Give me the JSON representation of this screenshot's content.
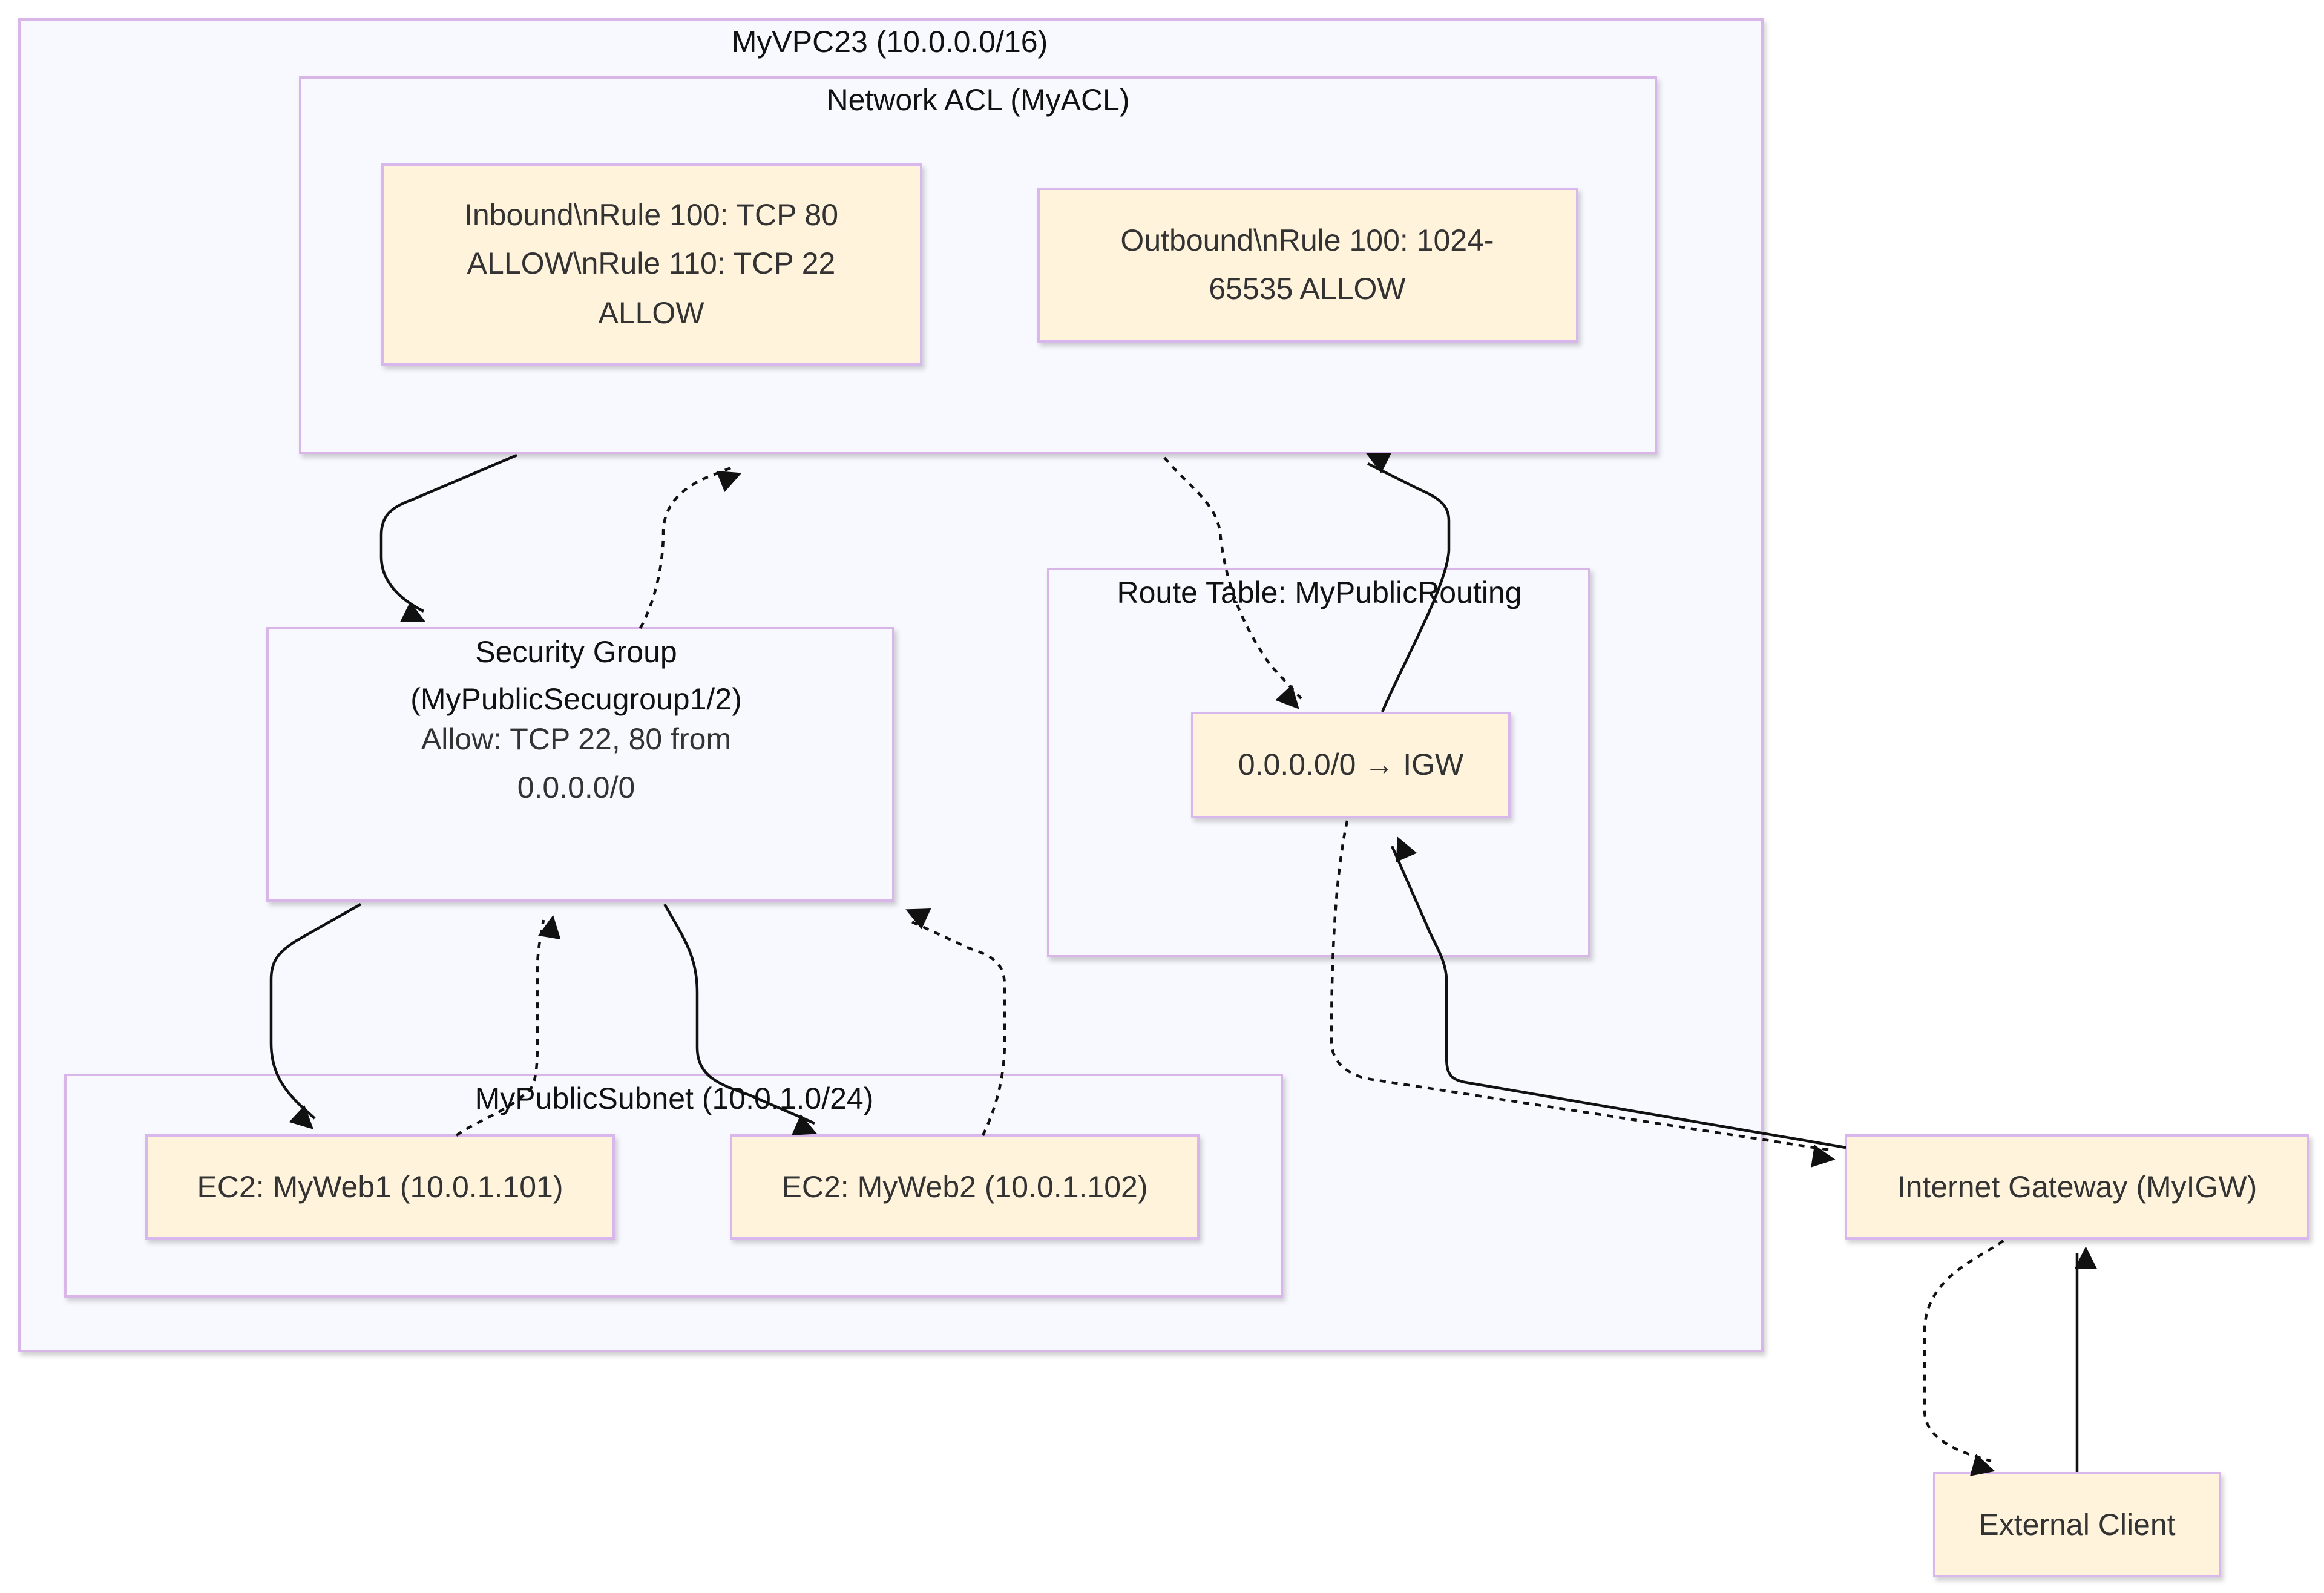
{
  "diagram": {
    "groups": {
      "vpc": {
        "title": "MyVPC23 (10.0.0.0/16)"
      },
      "acl": {
        "title": "Network ACL (MyACL)"
      },
      "route_table": {
        "title": "Route Table: MyPublicRouting"
      },
      "security_group": {
        "title_lines": [
          "Security Group",
          "(MyPublicSecugroup1/2)"
        ],
        "body_lines": [
          "Allow: TCP 22, 80 from",
          "0.0.0.0/0"
        ]
      },
      "subnet": {
        "title": "MyPublicSubnet (10.0.1.0/24)"
      }
    },
    "nodes": {
      "acl_inbound": {
        "lines": [
          "Inbound\\nRule 100: TCP 80",
          "ALLOW\\nRule 110: TCP 22",
          "ALLOW"
        ]
      },
      "acl_outbound": {
        "lines": [
          "Outbound\\nRule 100: 1024-",
          "65535 ALLOW"
        ]
      },
      "route": {
        "label": "0.0.0.0/0 → IGW"
      },
      "web1": {
        "label": "EC2: MyWeb1 (10.0.1.101)"
      },
      "web2": {
        "label": "EC2: MyWeb2 (10.0.1.102)"
      },
      "igw": {
        "label": "Internet Gateway (MyIGW)"
      },
      "client": {
        "label": "External Client"
      }
    },
    "colors": {
      "group_fill": "#f8f8ff",
      "group_border": "#d9b6e8",
      "node_fill": "#fff3dc",
      "node_border": "#d8b8ec",
      "edge": "#111111"
    }
  }
}
